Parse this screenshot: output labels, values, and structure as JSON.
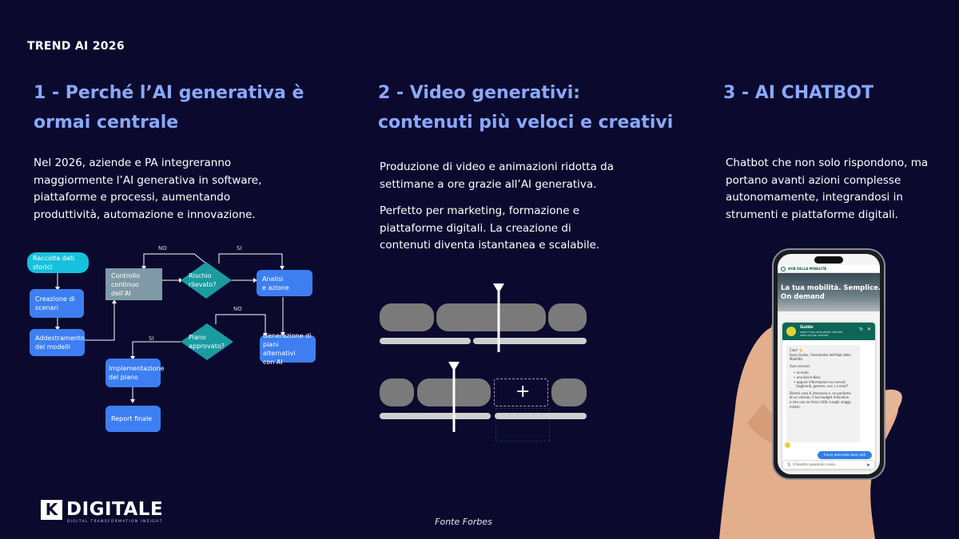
{
  "kicker": "TREND AI 2026",
  "columns": [
    {
      "heading_line1": "1 - Perché l’AI generativa è",
      "heading_line2": "ormai centrale",
      "body": [
        "Nel 2026, aziende e PA integreranno",
        "maggiormente l’AI generativa in software,",
        "piattaforme e processi, aumentando",
        "produttività, automazione e innovazione."
      ]
    },
    {
      "heading_line1": "2 - Video generativi:",
      "heading_line2": "contenuti più veloci e creativi",
      "body": [
        "Produzione di video e animazioni ridotta da",
        "settimane a ore grazie all’AI generativa."
      ],
      "body2": [
        "Perfetto per marketing, formazione e",
        "piattaforme digitali. La creazione di",
        "contenuti diventa istantanea e scalabile."
      ]
    },
    {
      "heading_line1": "3 - AI CHATBOT",
      "body": [
        "Chatbot che non solo rispondono, ma",
        "portano avanti azioni complesse",
        "autonomamente, integrandosi in",
        "strumenti e piattaforme digitali."
      ]
    }
  ],
  "flowchart": {
    "nodes": {
      "raccolta": [
        "Raccolta dati",
        "storici"
      ],
      "creazione": [
        "Creazione di",
        "scenari"
      ],
      "addestramento": [
        "Addestramento",
        "dei modelli"
      ],
      "controllo": [
        "Controllo",
        "continuo dell’AI"
      ],
      "rischio": [
        "Rischio",
        "rilevato?"
      ],
      "analisi": [
        "Analisi",
        "e azione"
      ],
      "piano": [
        "Piano",
        "approvato?"
      ],
      "generazione": [
        "Generazione di",
        "piani alternativi",
        "con AI"
      ],
      "implementazione": [
        "Implementazione",
        "del piano"
      ],
      "report": [
        "Report finale"
      ]
    },
    "labels": {
      "no_top": "NO",
      "si_top": "SI",
      "no_mid": "NO",
      "si_mid": "SI"
    }
  },
  "chat": {
    "site_name": "HUB DELLA MOBILITÀ",
    "hero_line1": "La tua mobilità. Semplice.",
    "hero_line2": "On demand",
    "bot_name": "Guido",
    "bot_sub1": "sono il tuo consulente virtuale,",
    "bot_sub2": "sono qui per aiutarti",
    "greeting": "Ciao! 👋",
    "intro": [
      "Sono Guido, l'assistente dell'Hub della",
      "Mobilità."
    ],
    "question": "Vuoi cercare:",
    "options": [
      "un'auto",
      "una bici/e-bike,",
      "oppure informazioni sui servizi",
      "(tagliandi, gomme, ecc.) e orari?"
    ],
    "followup": [
      "Dimmi cosa ti interessa e, se parliamo",
      "di un veicolo, il tuo budget indicativo",
      "e che uso ne farai (città, lunghi viaggi,",
      "misto)."
    ],
    "user_reply": "Cerco mercedes-benz a35",
    "input_placeholder": "Chiedimi qualsiasi cosa..."
  },
  "brand": {
    "mark": "K",
    "name": "DIGITALE",
    "tagline": "DIGITAL TRANSFORMATION INSIGHT"
  },
  "source": "Fonte Forbes",
  "colors": {
    "background": "#0b0a2e",
    "heading": "#8aa8ff",
    "node_blue": "#3d7ff2",
    "node_cyan": "#16c1dc",
    "diamond": "#1a9ba0",
    "node_gray": "#7f9aa6"
  }
}
